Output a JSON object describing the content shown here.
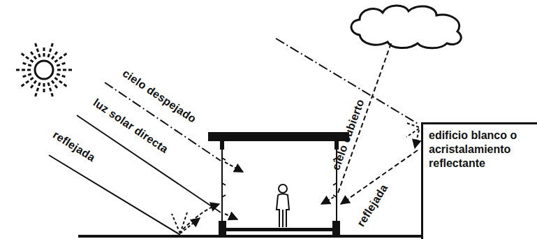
{
  "diagram": {
    "nodes": [
      {
        "text": [
          "edificio blanco o acristalamiento reflectante"
        ]
      }
    ],
    "labels": [
      "cielo despejado",
      "luz solar directa",
      "reflejada",
      "cielo cubierto",
      "reflejada"
    ]
  }
}
